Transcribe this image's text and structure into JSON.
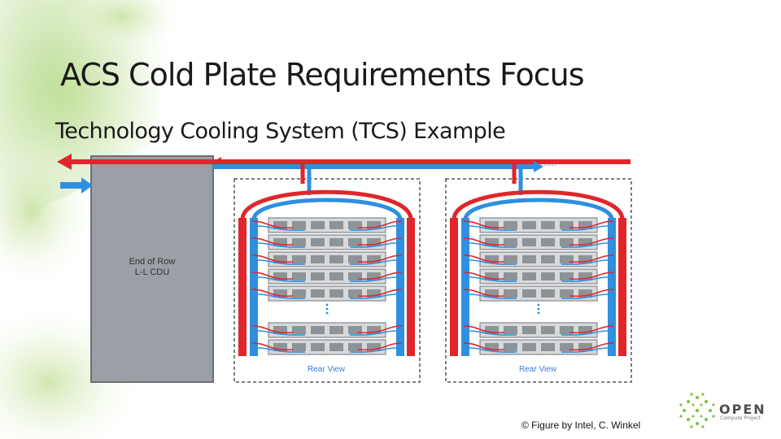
{
  "slide": {
    "title": "ACS Cold Plate Requirements Focus",
    "subtitle": "Technology Cooling System (TCS) Example"
  },
  "diagram": {
    "cdu_label_line1": "End of Row",
    "cdu_label_line2": "L-L CDU",
    "racks": [
      {
        "label": "Rear View"
      },
      {
        "label": "Rear View"
      }
    ],
    "continuation": "......",
    "colors": {
      "supply": "#2f8fe0",
      "return": "#e0262b",
      "cdu": "#9aa0a6"
    }
  },
  "footer": {
    "credit": "© Figure by Intel, C. Winkel",
    "logo_word": "OPEN",
    "logo_sub": "Compute Project"
  }
}
